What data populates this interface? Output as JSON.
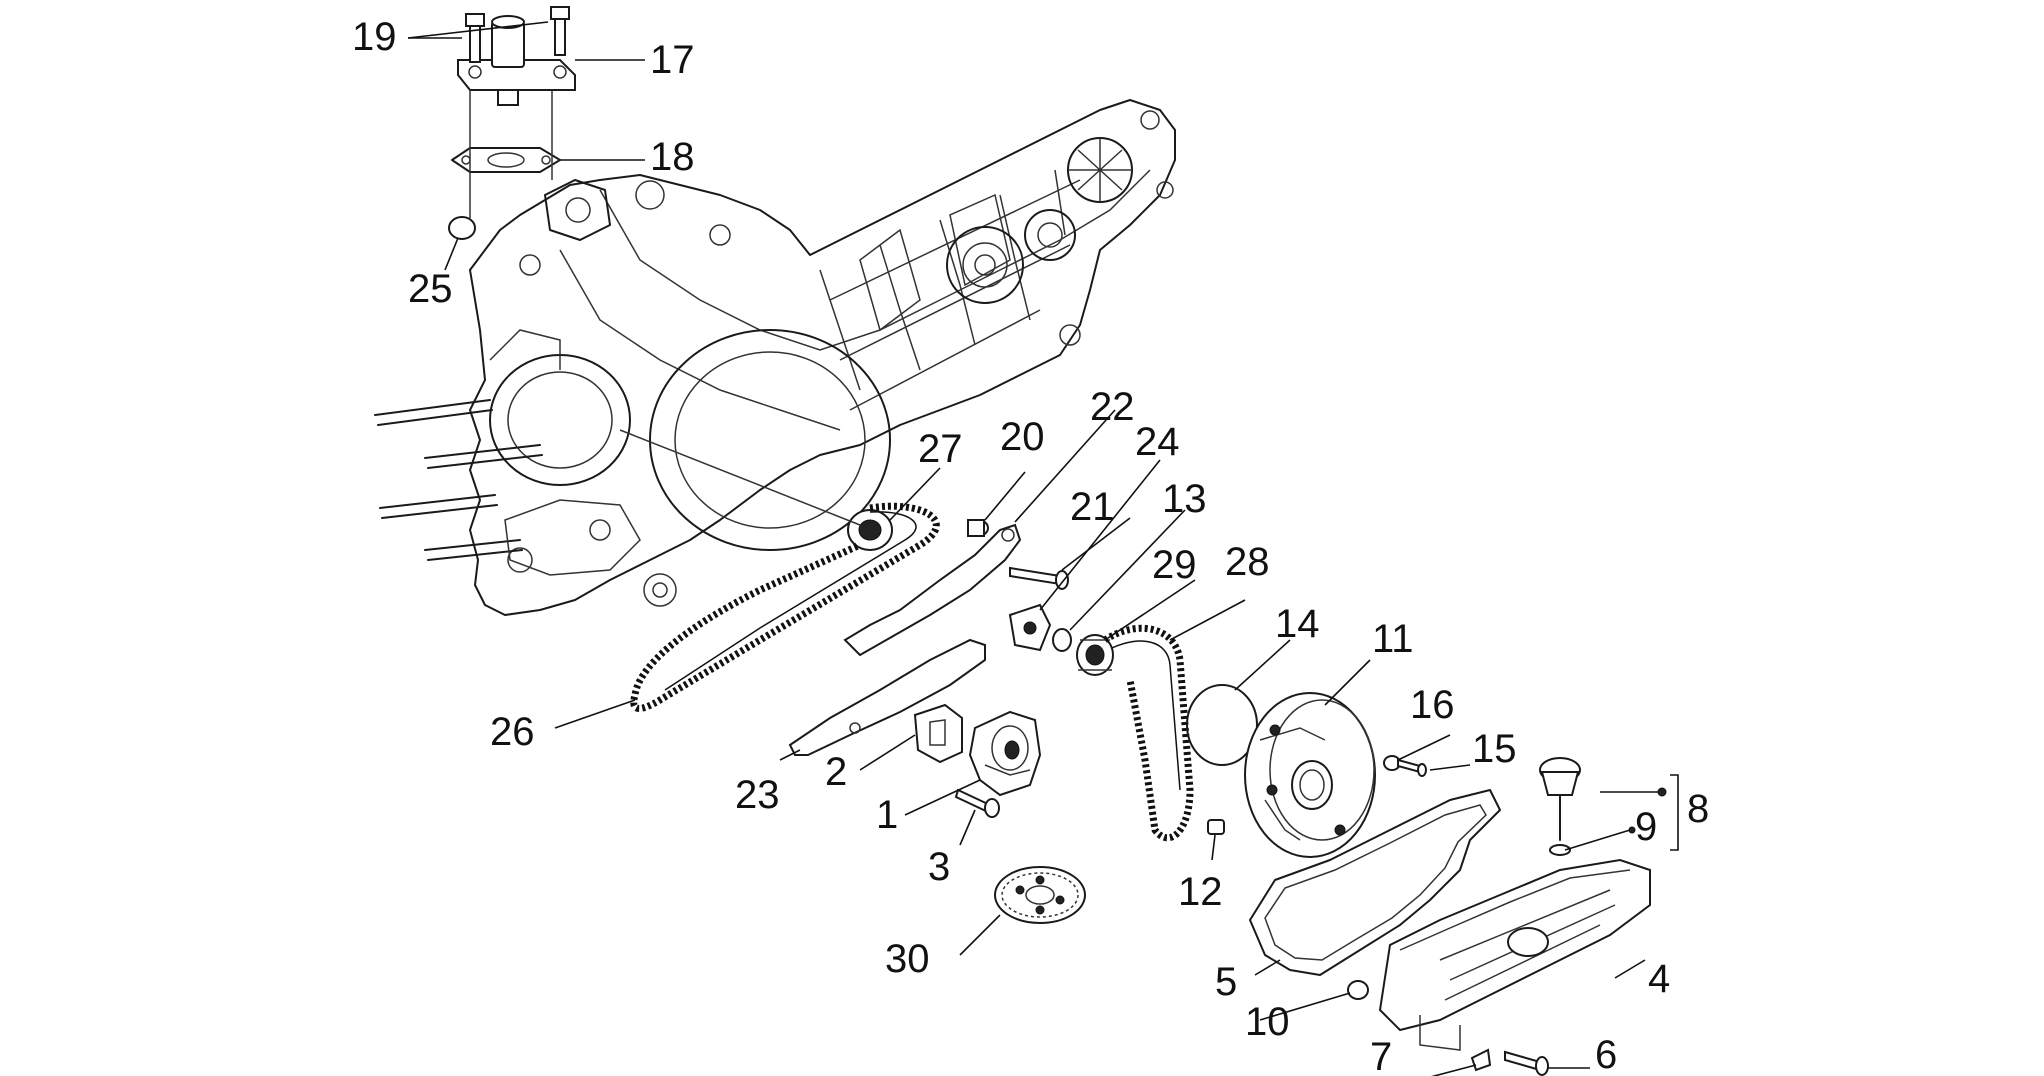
{
  "callouts": {
    "c1": "1",
    "c2": "2",
    "c3": "3",
    "c4": "4",
    "c5": "5",
    "c6": "6",
    "c7": "7",
    "c8": "8",
    "c9": "9",
    "c10": "10",
    "c11": "11",
    "c12": "12",
    "c13": "13",
    "c14": "14",
    "c15": "15",
    "c16": "16",
    "c17": "17",
    "c18": "18",
    "c19": "19",
    "c20": "20",
    "c21": "21",
    "c22": "22",
    "c23": "23",
    "c24": "24",
    "c25": "25",
    "c26": "26",
    "c27": "27",
    "c28": "28",
    "c29": "29",
    "c30": "30"
  }
}
